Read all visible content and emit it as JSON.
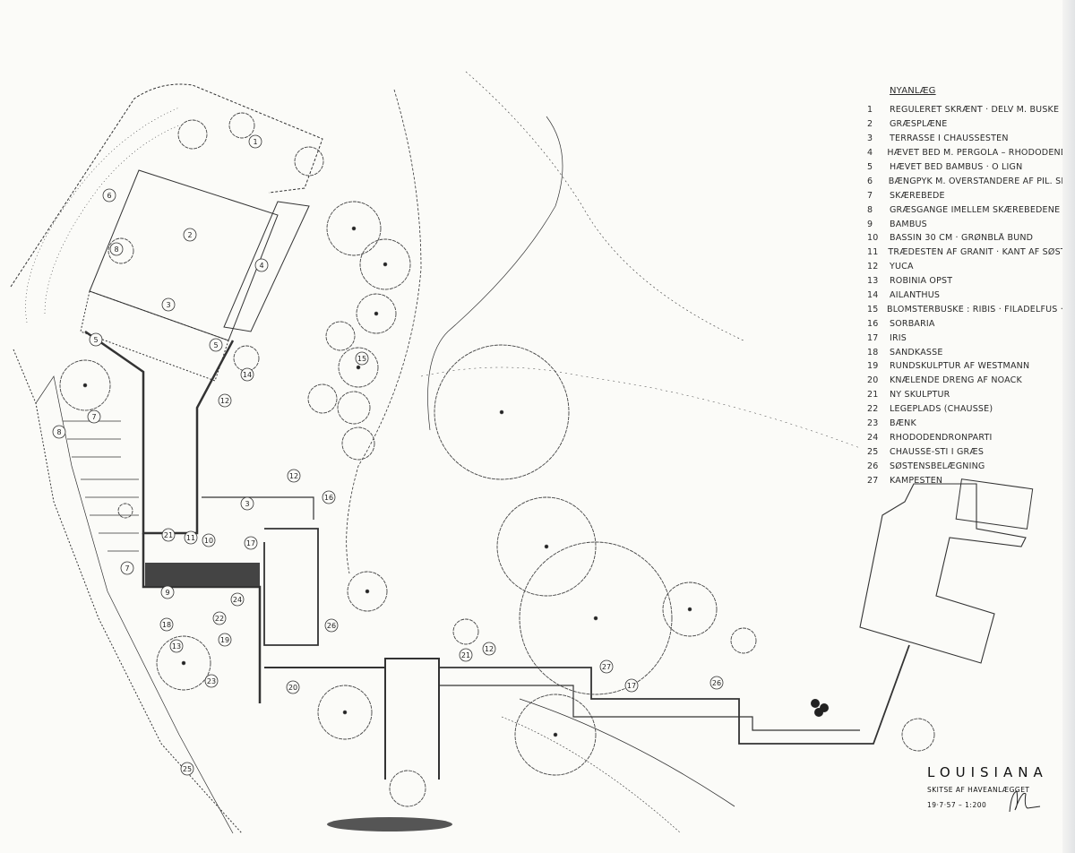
{
  "legend": {
    "title": "NYANLÆG",
    "items": [
      {
        "n": "1",
        "text": "REGULERET SKRÆNT · DELV M. BUSKE"
      },
      {
        "n": "2",
        "text": "GRÆSPLÆNE"
      },
      {
        "n": "3",
        "text": "TERRASSE I CHAUSSÉSTEN"
      },
      {
        "n": "4",
        "text": "HÆVET BED M. PERGOLA – RHODODENDRON"
      },
      {
        "n": "5",
        "text": "HÆVET BED BAMBUS · O LIGN"
      },
      {
        "n": "6",
        "text": "BÆNGPYK M. OVERSTANDERE AF PIL. SILV."
      },
      {
        "n": "7",
        "text": "SKÆREBEDE"
      },
      {
        "n": "8",
        "text": "GRÆSGANGE IMELLEM SKÆREBEDENE"
      },
      {
        "n": "9",
        "text": "BAMBUS"
      },
      {
        "n": "10",
        "text": "BASSIN 30 CM · GRØNBLÅ BUND"
      },
      {
        "n": "11",
        "text": "TRÆDESTEN AF GRANIT · KANT AF SØSTEN"
      },
      {
        "n": "12",
        "text": "YUCA"
      },
      {
        "n": "13",
        "text": "ROBINIA OPST"
      },
      {
        "n": "14",
        "text": "AILANTHUS"
      },
      {
        "n": "15",
        "text": "BLOMSTERBUSKE : RIBIS · FILADELFUS · HLOR"
      },
      {
        "n": "16",
        "text": "SORBARIA"
      },
      {
        "n": "17",
        "text": "IRIS"
      },
      {
        "n": "18",
        "text": "SANDKASSE"
      },
      {
        "n": "19",
        "text": "RUNDSKULPTUR AF WESTMANN"
      },
      {
        "n": "20",
        "text": "KNÆLENDE DRENG AF NOACK"
      },
      {
        "n": "21",
        "text": "NY SKULPTUR"
      },
      {
        "n": "22",
        "text": "LEGEPLADS (CHAUSSÉ)"
      },
      {
        "n": "23",
        "text": "BÆNK"
      },
      {
        "n": "24",
        "text": "RHODODENDRONPARTI"
      },
      {
        "n": "25",
        "text": "CHAUSSÉ-STI I GRÆS"
      },
      {
        "n": "26",
        "text": "SØSTENSBELÆGNING"
      },
      {
        "n": "27",
        "text": "KAMPESTEN"
      }
    ]
  },
  "title_block": {
    "name": "LOUISIANA",
    "subtitle": "SKITSE AF HAVEANLÆGGET",
    "date_scale": "19·7·57 – 1:200",
    "signature": "signature"
  },
  "plan_markers": [
    "1",
    "6",
    "2",
    "4",
    "8",
    "3",
    "5",
    "5",
    "14",
    "12",
    "15",
    "7",
    "8",
    "12",
    "16",
    "3",
    "21",
    "11",
    "10",
    "17",
    "7",
    "9",
    "18",
    "22",
    "13",
    "19",
    "23",
    "26",
    "21",
    "12",
    "27",
    "20",
    "26",
    "25",
    "24",
    "17"
  ],
  "colors": {
    "ink": "#222222",
    "paper": "#fbfbf8"
  }
}
